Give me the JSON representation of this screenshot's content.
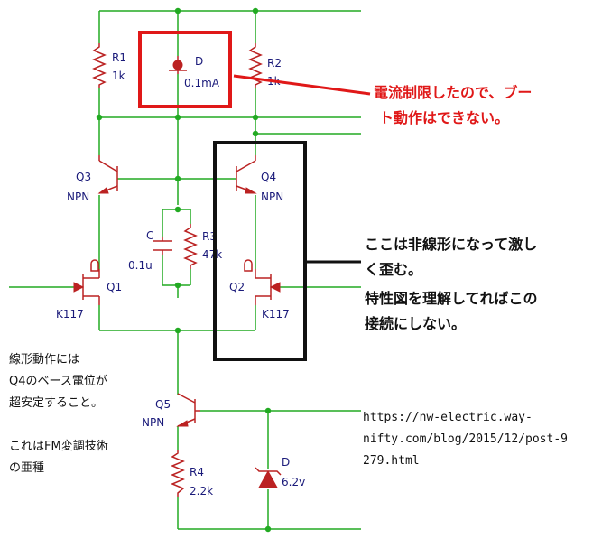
{
  "components": {
    "r1": {
      "name": "R1",
      "value": "1k"
    },
    "r2": {
      "name": "R2",
      "value": "1k"
    },
    "d1": {
      "name": "D",
      "value": "0.1mA"
    },
    "q3": {
      "name": "Q3",
      "type": "NPN"
    },
    "q4": {
      "name": "Q4",
      "type": "NPN"
    },
    "c": {
      "name": "C",
      "value": "0.1u"
    },
    "r3": {
      "name": "R3",
      "value": "47k"
    },
    "q1": {
      "name": "Q1",
      "part": "K117"
    },
    "q2": {
      "name": "Q2",
      "part": "K117"
    },
    "q5": {
      "name": "Q5",
      "type": "NPN"
    },
    "r4": {
      "name": "R4",
      "value": "2.2k"
    },
    "d2": {
      "name": "D",
      "value": "6.2v"
    }
  },
  "annotations": {
    "red_note": [
      "電流制限したので、ブー",
      "ト動作はできない。"
    ],
    "black_note": [
      "ここは非線形になって激し",
      "く歪む。",
      "特性図を理解してればこの",
      "接続にしない。"
    ],
    "left_note": [
      "線形動作には",
      "Q4のベース電位が",
      "超安定すること。"
    ],
    "left_note2": [
      "これはFM変調技術",
      "の亜種"
    ],
    "url": [
      "https://nw-electric.way-",
      "nifty.com/blog/2015/12/post-9",
      "279.html"
    ]
  },
  "colors": {
    "wire": "#22aa22",
    "component": "#bb2222",
    "label": "#1a1a7a",
    "highlight_red": "#e01818",
    "highlight_black": "#111111"
  }
}
